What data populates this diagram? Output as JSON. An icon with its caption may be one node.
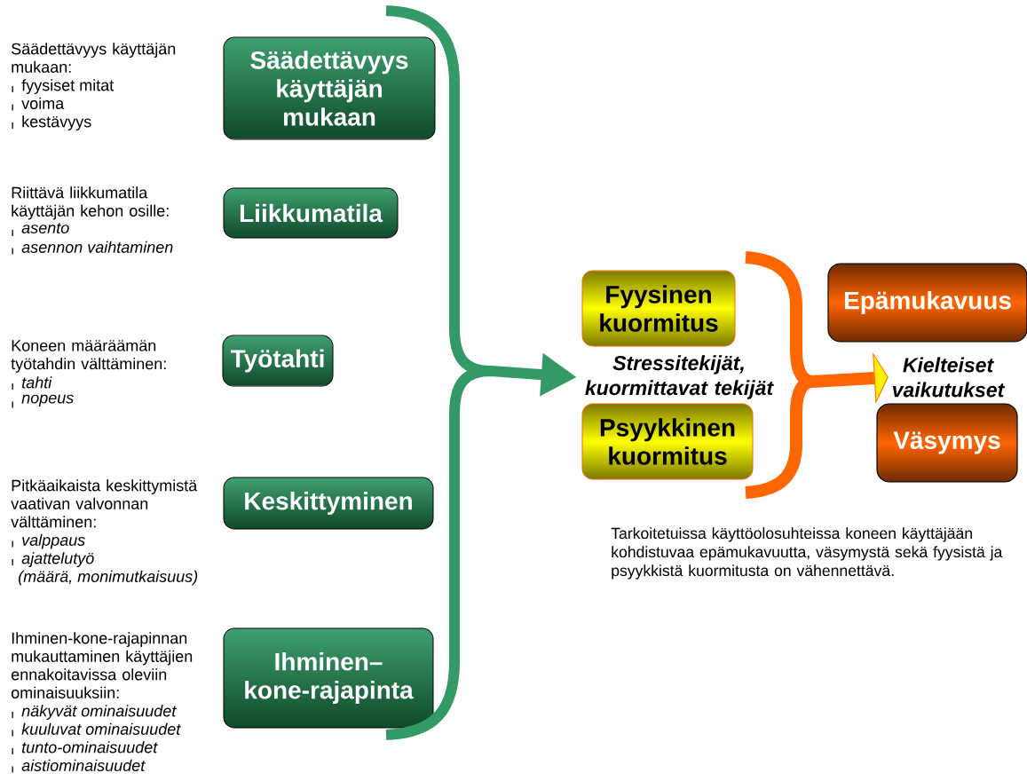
{
  "diagram": {
    "nodes": [
      {
        "text": [
          "Säädettävyys käyttäjän mukaan"
        ],
        "beside": [
          "Säädettävyys käyttäjän mukaan:",
          "fyysiset mitat",
          "voima",
          "kestävyys"
        ]
      },
      {
        "text": [
          "Liikkumatila"
        ],
        "beside": [
          "Riittävä liikkumatila käyttäjän kehon osille:",
          "asento",
          "asennon vaihtaminen"
        ]
      },
      {
        "text": [
          "Työtahti"
        ],
        "beside": [
          "Koneen määräämän työtahdin välttäminen:",
          "tahti",
          "nopeus"
        ]
      },
      {
        "text": [
          "Keskittyminen"
        ],
        "beside": [
          "Pitkäaikaista keskittymistä vaativan valvonnan välttäminen:",
          "valppaus",
          "ajattelutyö",
          "(määrä, monimutkaisuus)"
        ]
      },
      {
        "text": [
          "Ihminen–kone-rajapinta"
        ],
        "beside": [
          "Ihminen-kone-rajapinnan mukauttaminen käyttäjien ennakoitavissa oleviin ominaisuuksiin:",
          "näkyvät ominaisuudet",
          "kuuluvat ominaisuudet",
          "tunto-ominaisuudet",
          "aistiominaisuudet"
        ]
      },
      {
        "text": [
          "Fyysinen kuormitus"
        ]
      },
      {
        "text": [
          "Stressitekijät, kuormittavat tekijät"
        ]
      },
      {
        "text": [
          "Psyykkinen kuormitus"
        ]
      },
      {
        "text": [
          "Epämukavuus"
        ]
      },
      {
        "text": [
          "Kielteiset vaikutukset"
        ]
      },
      {
        "text": [
          "Väsymys"
        ]
      }
    ],
    "edges": [
      {
        "from": null,
        "to": 6,
        "arrow": "to",
        "color": "#339966"
      },
      {
        "from": null,
        "to": 9,
        "arrow": "to",
        "color": "#ff6600"
      }
    ],
    "labels": [
      "Tarkoitetuissa käyttöolosuhteissa koneen käyttäjään kohdistuvaa epämukavuutta, väsymystä sekä fyysistä ja psyykkistä kuormitusta on vähennettävä."
    ]
  }
}
